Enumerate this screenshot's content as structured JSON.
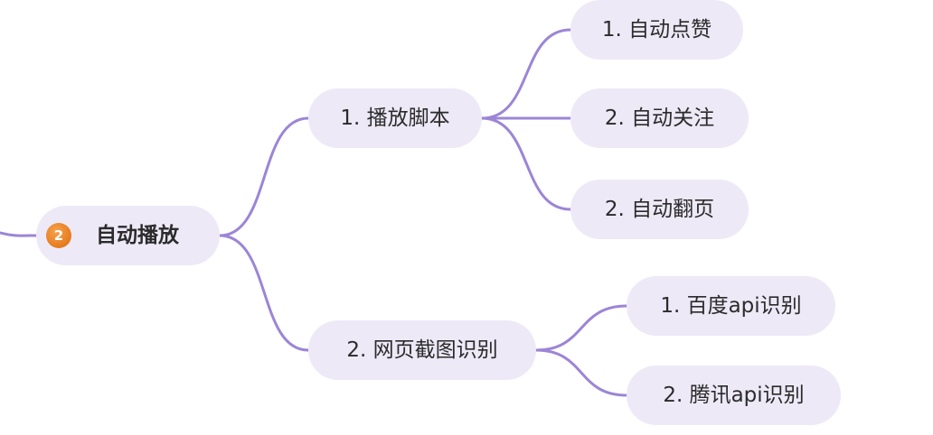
{
  "root": {
    "badge": "2",
    "label": "自动播放"
  },
  "branches": [
    {
      "label": "1. 播放脚本",
      "children": [
        {
          "label": "1. 自动点赞"
        },
        {
          "label": "2. 自动关注"
        },
        {
          "label": "2. 自动翻页"
        }
      ]
    },
    {
      "label": "2. 网页截图识别",
      "children": [
        {
          "label": "1. 百度api识别"
        },
        {
          "label": "2. 腾讯api识别"
        }
      ]
    }
  ],
  "colors": {
    "connector": "#9c85d6",
    "node_fill": "#ede9f7",
    "badge": "#e67a1f"
  }
}
